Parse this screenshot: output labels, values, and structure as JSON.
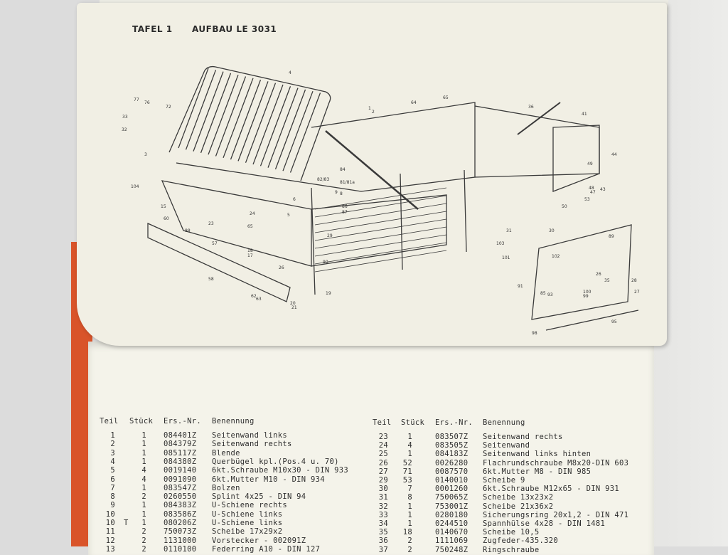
{
  "page": {
    "tafel": "TAFEL 1",
    "title": "AUFBAU LE 3031"
  },
  "callouts": [
    "4",
    "1",
    "2",
    "64",
    "65",
    "36",
    "41",
    "44",
    "77",
    "76",
    "72",
    "33",
    "32",
    "3",
    "104",
    "15",
    "60",
    "57",
    "58",
    "23",
    "88",
    "24",
    "65",
    "5",
    "6",
    "90",
    "19",
    "26",
    "62",
    "63",
    "20",
    "21",
    "91",
    "103",
    "101",
    "102",
    "89",
    "95",
    "98",
    "26",
    "35",
    "28",
    "27",
    "100",
    "99",
    "93",
    "85",
    "30",
    "31",
    "43",
    "49",
    "50",
    "53",
    "48",
    "47",
    "84",
    "8",
    "81/81a",
    "86",
    "87",
    "9",
    "82/83",
    "29",
    "18",
    "17"
  ],
  "table": {
    "headers": [
      "Teil",
      "Stück",
      "Ers.-Nr.",
      "Benennung"
    ],
    "left_rows": [
      [
        "1",
        "",
        "1",
        "084401Z",
        "Seitenwand links"
      ],
      [
        "2",
        "",
        "1",
        "084379Z",
        "Seitenwand rechts"
      ],
      [
        "3",
        "",
        "1",
        "085117Z",
        "Blende"
      ],
      [
        "4",
        "",
        "1",
        "084380Z",
        "Querbügel kpl.(Pos.4 u. 70)"
      ],
      [
        "5",
        "",
        "4",
        "0019140",
        "6kt.Schraube M10x30 - DIN 933"
      ],
      [
        "6",
        "",
        "4",
        "0091090",
        "6kt.Mutter M10 - DIN 934"
      ],
      [
        "7",
        "",
        "1",
        "083547Z",
        "Bolzen"
      ],
      [
        "8",
        "",
        "2",
        "0260550",
        "Splint 4x25 - DIN 94"
      ],
      [
        "9",
        "",
        "1",
        "084383Z",
        "U-Schiene rechts"
      ],
      [
        "10",
        "",
        "1",
        "083586Z",
        "U-Schiene links"
      ],
      [
        "10",
        "T",
        "1",
        "080206Z",
        "U-Schiene links"
      ],
      [
        "11",
        "",
        "2",
        "750073Z",
        "Scheibe 17x29x2"
      ],
      [
        "12",
        "",
        "2",
        "1131000",
        "Vorstecker - 002091Z"
      ],
      [
        "13",
        "",
        "2",
        "0110100",
        "Federring A10 - DIN 127"
      ]
    ],
    "right_rows": [
      [
        "23",
        "",
        "1",
        "083507Z",
        "Seitenwand rechts"
      ],
      [
        "24",
        "",
        "4",
        "083505Z",
        "Seitenwand"
      ],
      [
        "25",
        "",
        "1",
        "084183Z",
        "Seitenwand links hinten"
      ],
      [
        "26",
        "",
        "52",
        "0026280",
        "Flachrundschraube M8x20-DIN 603"
      ],
      [
        "27",
        "",
        "71",
        "0087570",
        "6kt.Mutter M8 - DIN 985"
      ],
      [
        "29",
        "",
        "53",
        "0140010",
        "Scheibe 9"
      ],
      [
        "30",
        "",
        "7",
        "0001260",
        "6kt.Schraube M12x65 - DIN 931"
      ],
      [
        "31",
        "",
        "8",
        "750065Z",
        "Scheibe 13x23x2"
      ],
      [
        "32",
        "",
        "1",
        "753001Z",
        "Scheibe 21x36x2"
      ],
      [
        "33",
        "",
        "1",
        "0280180",
        "Sicherungsring 20x1,2 - DIN 471"
      ],
      [
        "34",
        "",
        "1",
        "0244510",
        "Spannhülse 4x28 - DIN 1481"
      ],
      [
        "35",
        "",
        "18",
        "0140670",
        "Scheibe 10,5"
      ],
      [
        "36",
        "",
        "2",
        "1111069",
        "Zugfeder-435.320"
      ],
      [
        "37",
        "",
        "2",
        "750248Z",
        "Ringschraube"
      ]
    ]
  },
  "colors": {
    "page": "#f1efe4",
    "cover": "#d9542a",
    "ink": "#2e2e2e"
  }
}
